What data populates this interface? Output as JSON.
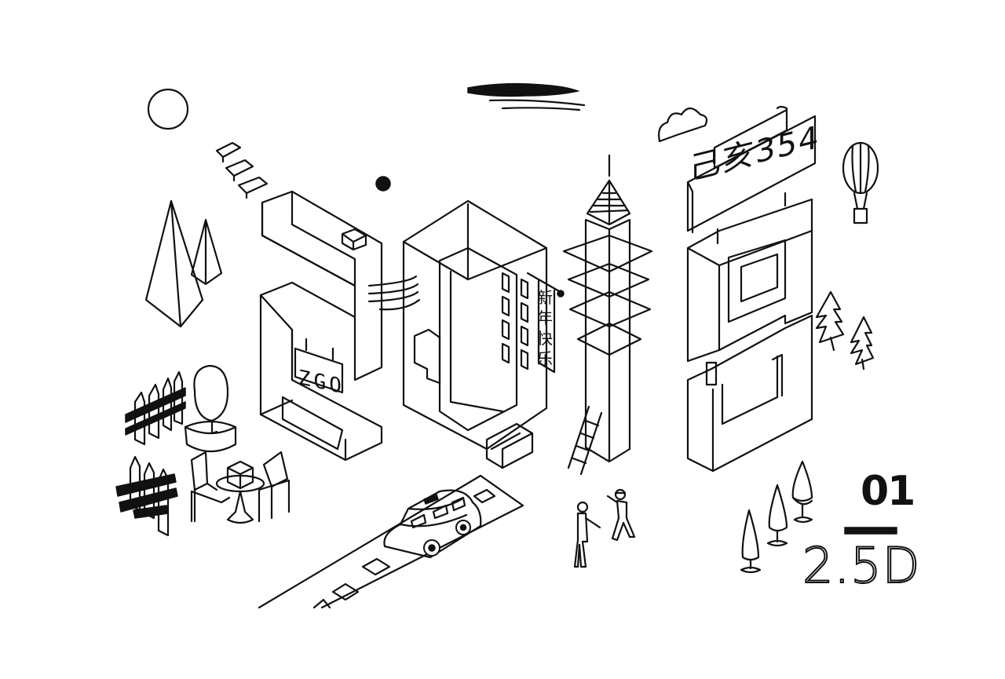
{
  "labels": {
    "corner_number": "01",
    "style_caption": "2.5D",
    "billboard_text": "己亥354",
    "small_sign_text": "ZGO",
    "hanging_banner_text": "新年快乐"
  },
  "icons": [
    "sun-icon",
    "moon-dot-icon",
    "cloud-icon",
    "hot-air-balloon-icon",
    "pine-tree-icon",
    "pyramid-icon",
    "fence-icon",
    "bush-pot-icon",
    "cafe-table-icon",
    "car-icon",
    "ladder-icon",
    "pedestrian-icon",
    "cone-tree-icon"
  ],
  "colors": {
    "ink": "#111111",
    "paper": "#ffffff"
  }
}
